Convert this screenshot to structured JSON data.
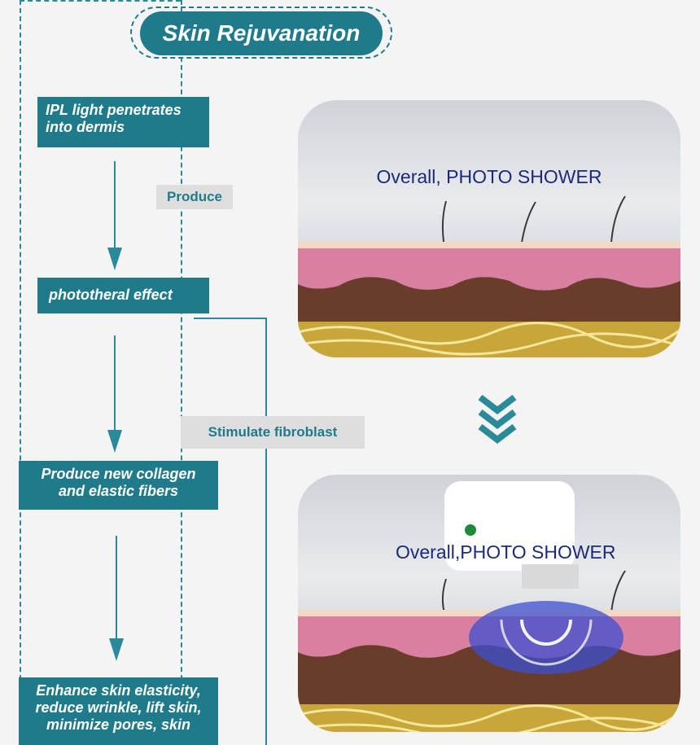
{
  "title": "Skin Rejuvanation",
  "steps": [
    {
      "label": "IPL light penetrates\ninto dermis"
    },
    {
      "label": "phototheral effect"
    },
    {
      "label": "Produce new collagen\nand elastic fibers"
    },
    {
      "label": "Enhance skin elasticity,\nreduce wrinkle, lift skin,\nminimize pores, skin"
    }
  ],
  "connectors": {
    "produce": "Produce",
    "stimulate": "Stimulate fibroblast"
  },
  "panels": {
    "top_caption": "Overall, PHOTO SHOWER",
    "bottom_caption": "Overall,PHOTO SHOWER"
  },
  "colors": {
    "teal": "#1f7a8c",
    "label_bg": "#dedede",
    "caption_text": "#1c2a7a"
  },
  "icons": [
    "chevron-down-icon"
  ]
}
